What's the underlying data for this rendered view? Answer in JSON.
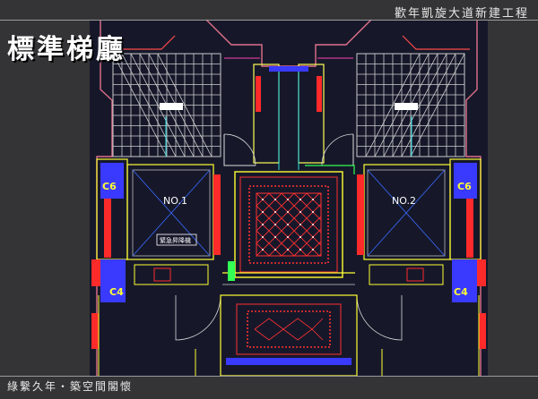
{
  "header": {
    "project": "歡年凱旋大道新建工程"
  },
  "title": "標準梯廳",
  "footer": {
    "slogan": "綠繫久年・築空間閣懷"
  },
  "plan": {
    "elevator_left": "NO.1",
    "elevator_right": "NO.2",
    "emergency_label": "緊急昇降機",
    "column_tags": [
      "C6",
      "C6",
      "C4",
      "C4"
    ]
  },
  "colors": {
    "background": "#343436",
    "cad_canvas": "#16182a",
    "wall_red": "#ff2a2a",
    "column_blue": "#3a3aff",
    "tag_yellow": "#ffff33"
  }
}
